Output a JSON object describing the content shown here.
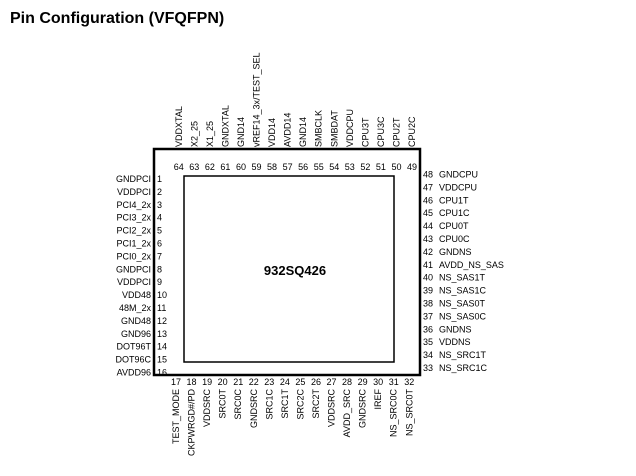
{
  "title": "Pin Configuration (VFQFPN)",
  "chip": {
    "part_number": "932SQ426"
  },
  "pins": {
    "left": [
      {
        "num": "1",
        "name": "GNDPCI"
      },
      {
        "num": "2",
        "name": "VDDPCI"
      },
      {
        "num": "3",
        "name": "PCI4_2x"
      },
      {
        "num": "4",
        "name": "PCI3_2x"
      },
      {
        "num": "5",
        "name": "PCI2_2x"
      },
      {
        "num": "6",
        "name": "PCI1_2x"
      },
      {
        "num": "7",
        "name": "PCI0_2x"
      },
      {
        "num": "8",
        "name": "GNDPCI"
      },
      {
        "num": "9",
        "name": "VDDPCI"
      },
      {
        "num": "10",
        "name": "VDD48"
      },
      {
        "num": "11",
        "name": "48M_2x"
      },
      {
        "num": "12",
        "name": "GND48"
      },
      {
        "num": "13",
        "name": "GND96"
      },
      {
        "num": "14",
        "name": "DOT96T"
      },
      {
        "num": "15",
        "name": "DOT96C"
      },
      {
        "num": "16",
        "name": "AVDD96"
      }
    ],
    "bottom": [
      {
        "num": "17",
        "name": "TEST_MODE"
      },
      {
        "num": "18",
        "name": "CKPWRGD#/PD"
      },
      {
        "num": "19",
        "name": "VDDSRC"
      },
      {
        "num": "20",
        "name": "SRC0T"
      },
      {
        "num": "21",
        "name": "SRC0C"
      },
      {
        "num": "22",
        "name": "GNDSRC"
      },
      {
        "num": "23",
        "name": "SRC1C"
      },
      {
        "num": "24",
        "name": "SRC1T"
      },
      {
        "num": "25",
        "name": "SRC2C"
      },
      {
        "num": "26",
        "name": "SRC2T"
      },
      {
        "num": "27",
        "name": "VDDSRC"
      },
      {
        "num": "28",
        "name": "AVDD_SRC"
      },
      {
        "num": "29",
        "name": "GNDSRC"
      },
      {
        "num": "30",
        "name": "IREF"
      },
      {
        "num": "31",
        "name": "NS_SRC0C"
      },
      {
        "num": "32",
        "name": "NS_SRC0T"
      }
    ],
    "right": [
      {
        "num": "33",
        "name": "NS_SRC1C"
      },
      {
        "num": "34",
        "name": "NS_SRC1T"
      },
      {
        "num": "35",
        "name": "VDDNS"
      },
      {
        "num": "36",
        "name": "GNDNS"
      },
      {
        "num": "37",
        "name": "NS_SAS0C"
      },
      {
        "num": "38",
        "name": "NS_SAS0T"
      },
      {
        "num": "39",
        "name": "NS_SAS1C"
      },
      {
        "num": "40",
        "name": "NS_SAS1T"
      },
      {
        "num": "41",
        "name": "AVDD_NS_SAS"
      },
      {
        "num": "42",
        "name": "GNDNS"
      },
      {
        "num": "43",
        "name": "CPU0C"
      },
      {
        "num": "44",
        "name": "CPU0T"
      },
      {
        "num": "45",
        "name": "CPU1C"
      },
      {
        "num": "46",
        "name": "CPU1T"
      },
      {
        "num": "47",
        "name": "VDDCPU"
      },
      {
        "num": "48",
        "name": "GNDCPU"
      }
    ],
    "top": [
      {
        "num": "49",
        "name": "CPU2C"
      },
      {
        "num": "50",
        "name": "CPU2T"
      },
      {
        "num": "51",
        "name": "CPU3C"
      },
      {
        "num": "52",
        "name": "CPU3T"
      },
      {
        "num": "53",
        "name": "VDDCPU"
      },
      {
        "num": "54",
        "name": "SMBDAT"
      },
      {
        "num": "55",
        "name": "SMBCLK"
      },
      {
        "num": "56",
        "name": "GND14"
      },
      {
        "num": "57",
        "name": "AVDD14"
      },
      {
        "num": "58",
        "name": "VDD14"
      },
      {
        "num": "59",
        "name": "vREF14_3x/TEST_SEL"
      },
      {
        "num": "60",
        "name": "GND14"
      },
      {
        "num": "61",
        "name": "GNDXTAL"
      },
      {
        "num": "62",
        "name": "X1_25"
      },
      {
        "num": "63",
        "name": "X2_25"
      },
      {
        "num": "64",
        "name": "VDDXTAL"
      }
    ]
  }
}
